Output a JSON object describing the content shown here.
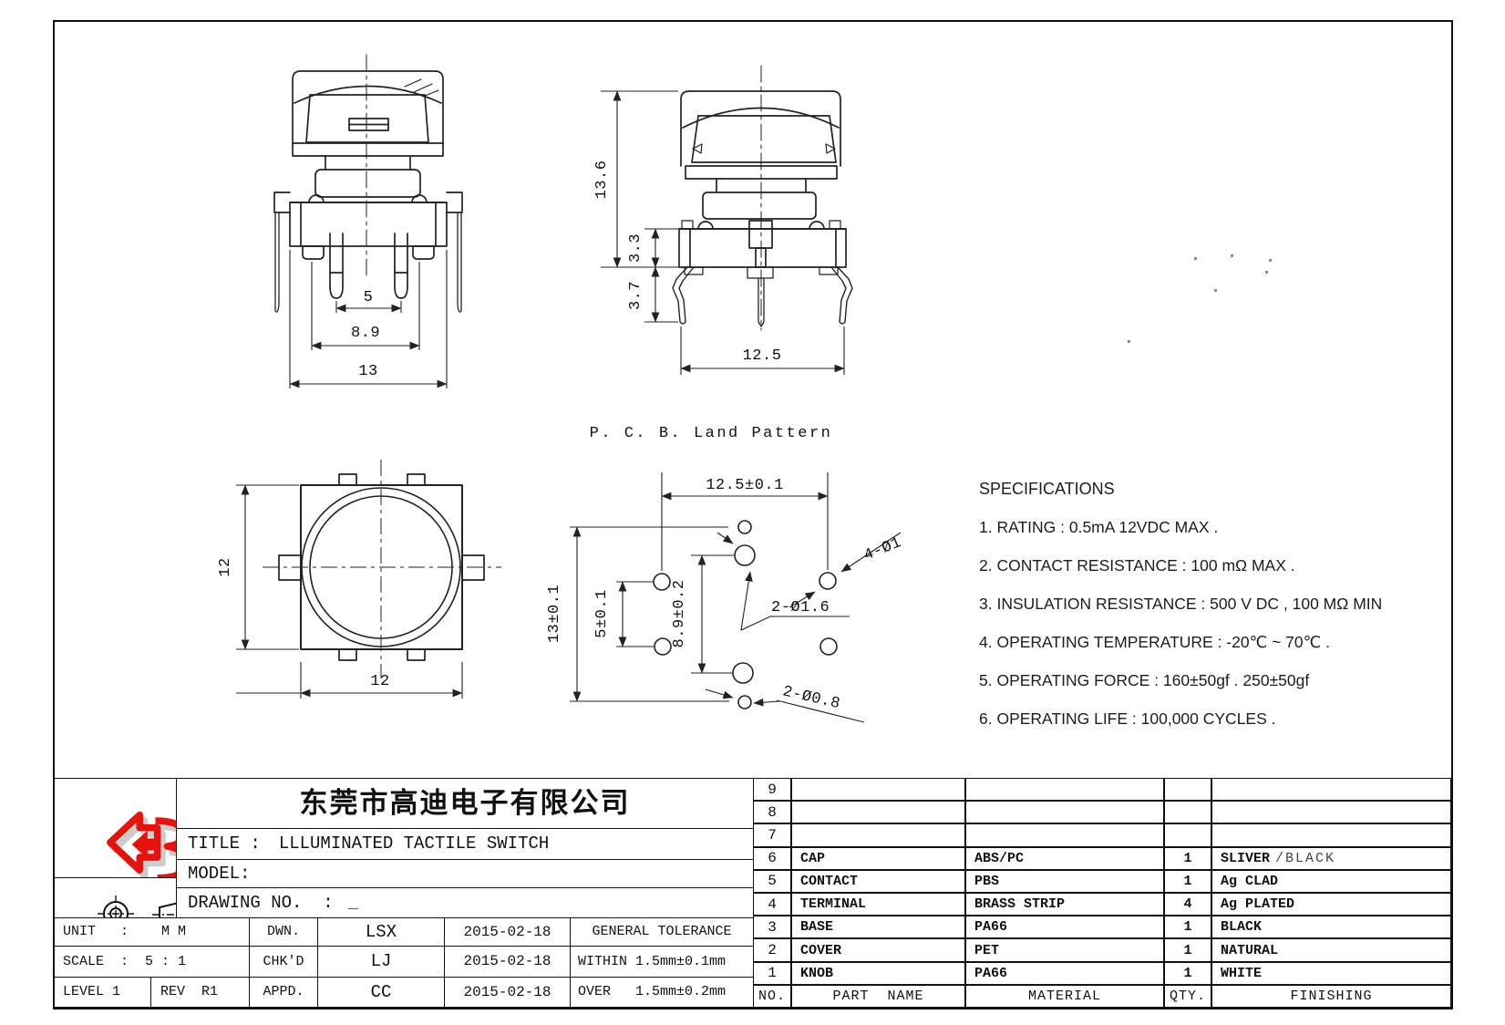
{
  "dims": {
    "front_pin_pitch": "5",
    "front_outer_pitch": "8.9",
    "front_width": "13",
    "side_height": "13.6",
    "side_base_height": "3.3",
    "side_lead_length": "3.7",
    "side_width": "12.5",
    "top_height": "12",
    "top_width": "12",
    "pcb_h_pitch": "12.5±0.1",
    "pcb_v_overall": "13±0.1",
    "pcb_contact_pitch": "5±0.1",
    "pcb_led_pitch": "8.9±0.2",
    "pcb_holes_dia1": "4-Ø1",
    "pcb_holes_dia16": "2-Ø1.6",
    "pcb_holes_dia08": "2-Ø0.8",
    "pcb_title": "P. C. B. Land Pattern"
  },
  "specs": {
    "title": "SPECIFICATIONS",
    "items": [
      "1. RATING : 0.5mA 12VDC MAX .",
      "2. CONTACT RESISTANCE : 100 mΩ MAX .",
      "3. INSULATION RESISTANCE : 500 V DC , 100 MΩ MIN",
      "4. OPERATING TEMPERATURE : -20℃ ~ 70℃ .",
      "5. OPERATING FORCE : 160±50gf . 250±50gf",
      "6. OPERATING LIFE : 100,000 CYCLES ."
    ]
  },
  "title_block": {
    "company": "东莞市高迪电子有限公司",
    "title_label": "TITLE :",
    "title_value": "LLLUMINATED TACTILE SWITCH",
    "model_label": "MODEL:",
    "drawing_label": "DRAWING NO.  :",
    "drawing_value": "_",
    "unit": "UNIT   :    M M",
    "scale": "SCALE  :  5 : 1",
    "level": "LEVEL 1",
    "rev": "REV  R1",
    "dwn_label": "DWN.",
    "dwn_value": "LSX",
    "dwn_date": "2015-02-18",
    "chk_label": "CHK'D",
    "chk_value": "LJ",
    "chk_date": "2015-02-18",
    "appd_label": "APPD.",
    "appd_value": "CC",
    "appd_date": "2015-02-18",
    "tol_title": "GENERAL TOLERANCE",
    "tol_within": "WITHIN 1.5mm±0.1mm",
    "tol_over": "OVER   1.5mm±0.2mm"
  },
  "parts": {
    "headers": {
      "no": "NO.",
      "part": "PART  NAME",
      "material": "MATERIAL",
      "qty": "QTY.",
      "finishing": "FINISHING"
    },
    "rows": [
      {
        "no": "9",
        "part": "",
        "material": "",
        "qty": "",
        "finishing": ""
      },
      {
        "no": "8",
        "part": "",
        "material": "",
        "qty": "",
        "finishing": ""
      },
      {
        "no": "7",
        "part": "",
        "material": "",
        "qty": "",
        "finishing": ""
      },
      {
        "no": "6",
        "part": "CAP",
        "material": "ABS/PC",
        "qty": "1",
        "finishing": "SLIVER",
        "finishing_alt": "/BLACK"
      },
      {
        "no": "5",
        "part": "CONTACT",
        "material": "PBS",
        "qty": "1",
        "finishing": "Ag CLAD"
      },
      {
        "no": "4",
        "part": "TERMINAL",
        "material": "BRASS STRIP",
        "qty": "4",
        "finishing": "Ag PLATED"
      },
      {
        "no": "3",
        "part": "BASE",
        "material": "PA66",
        "qty": "1",
        "finishing": "BLACK"
      },
      {
        "no": "2",
        "part": "COVER",
        "material": "PET",
        "qty": "1",
        "finishing": "NATURAL"
      },
      {
        "no": "1",
        "part": "KNOB",
        "material": "PA66",
        "qty": "1",
        "finishing": "WHITE"
      }
    ]
  },
  "colors": {
    "line": "#222222",
    "logo_red": "#e8120c",
    "logo_shadow": "#cccccc"
  }
}
